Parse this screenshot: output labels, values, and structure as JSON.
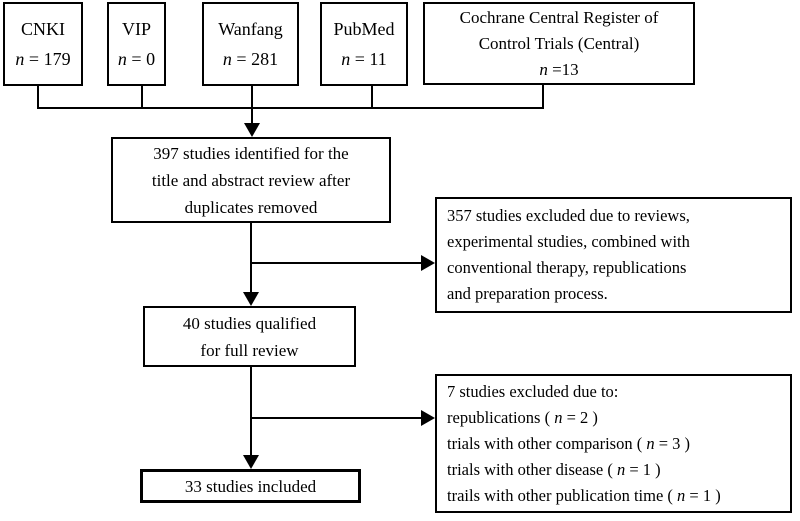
{
  "diagram": {
    "sources": [
      {
        "name": "CNKI",
        "n_label": "n",
        "n_rest": " = 179"
      },
      {
        "name": "VIP",
        "n_label": "n",
        "n_rest": " = 0"
      },
      {
        "name": "Wanfang",
        "n_label": "n",
        "n_rest": " = 281"
      },
      {
        "name": "PubMed",
        "n_label": "n",
        "n_rest": " = 11"
      },
      {
        "name_line1": "Cochrane Central Register of",
        "name_line2": "Control Trials (Central)",
        "n_label": "n",
        "n_rest": " =13"
      }
    ],
    "identified": {
      "line1": "397 studies identified for the",
      "line2": "title and abstract review after",
      "line3": "duplicates removed"
    },
    "excluded_first": {
      "line1": "357 studies excluded due to reviews,",
      "line2": "experimental studies, combined with",
      "line3": "conventional therapy, republications",
      "line4": "and preparation process."
    },
    "qualified": {
      "line1": "40 studies qualified",
      "line2": "for full review"
    },
    "excluded_second": {
      "title": "7 studies excluded due to:",
      "items": [
        {
          "pre": "republications ( ",
          "n": "n",
          "post": " = 2 )"
        },
        {
          "pre": "trials with other comparison ( ",
          "n": "n",
          "post": " = 3 )"
        },
        {
          "pre": "trials with other disease ( ",
          "n": "n",
          "post": " = 1 )"
        },
        {
          "pre": "trails with other publication time ( ",
          "n": "n",
          "post": " = 1 )"
        }
      ]
    },
    "included": {
      "text": "33 studies included"
    },
    "colors": {
      "line": "#000000",
      "background": "#ffffff",
      "text": "#000000"
    }
  }
}
